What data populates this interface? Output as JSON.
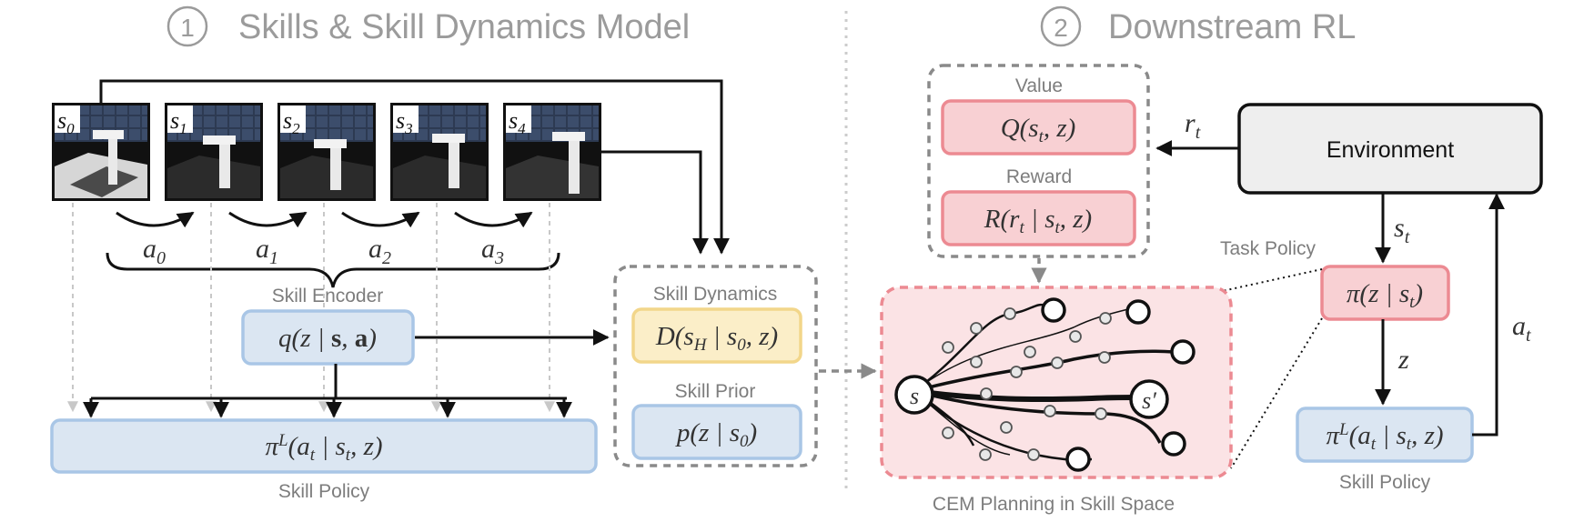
{
  "section1": {
    "num": "1",
    "title": "Skills & Skill Dynamics Model"
  },
  "section2": {
    "num": "2",
    "title": "Downstream RL"
  },
  "frames": [
    {
      "label": "s0",
      "sub": "0"
    },
    {
      "label": "s1",
      "sub": "1"
    },
    {
      "label": "s2",
      "sub": "2"
    },
    {
      "label": "s3",
      "sub": "3"
    },
    {
      "label": "s4",
      "sub": "4"
    }
  ],
  "actions": [
    {
      "base": "a",
      "sub": "0"
    },
    {
      "base": "a",
      "sub": "1"
    },
    {
      "base": "a",
      "sub": "2"
    },
    {
      "base": "a",
      "sub": "3"
    }
  ],
  "skill_encoder": {
    "label": "Skill Encoder",
    "formula": "q(z | s, a)"
  },
  "skill_policy_left": {
    "formula": "π^L(a_t | s_t, z)",
    "label": "Skill Policy"
  },
  "skill_dynamics": {
    "label": "Skill Dynamics",
    "formula": "D(s_H | s_0, z)"
  },
  "skill_prior": {
    "label": "Skill Prior",
    "formula": "p(z | s_0)"
  },
  "value": {
    "label": "Value",
    "formula": "Q(s_t, z)"
  },
  "reward": {
    "label": "Reward",
    "formula": "R(r_t | s_t, z)"
  },
  "environment": {
    "label": "Environment"
  },
  "task_policy": {
    "label": "Task Policy",
    "formula": "π(z | s_t)"
  },
  "skill_policy_right": {
    "formula": "π^L(a_t | s_t, z)",
    "label": "Skill Policy"
  },
  "cem": {
    "label": "CEM Planning in Skill Space",
    "start": "s",
    "goal": "s′"
  },
  "signals": {
    "r": "r",
    "r_sub": "t",
    "s": "s",
    "s_sub": "t",
    "z": "z",
    "a": "a",
    "a_sub": "t"
  },
  "colors": {
    "blue_fill": "#dbe6f2",
    "blue_stroke": "#a9c6e6",
    "red_fill": "#f8d0d3",
    "red_stroke": "#ec8a92",
    "yellow_fill": "#fbeec8",
    "yellow_stroke": "#f2d68a",
    "gray_text": "#7d7d7d",
    "env_fill": "#eeeeee"
  }
}
